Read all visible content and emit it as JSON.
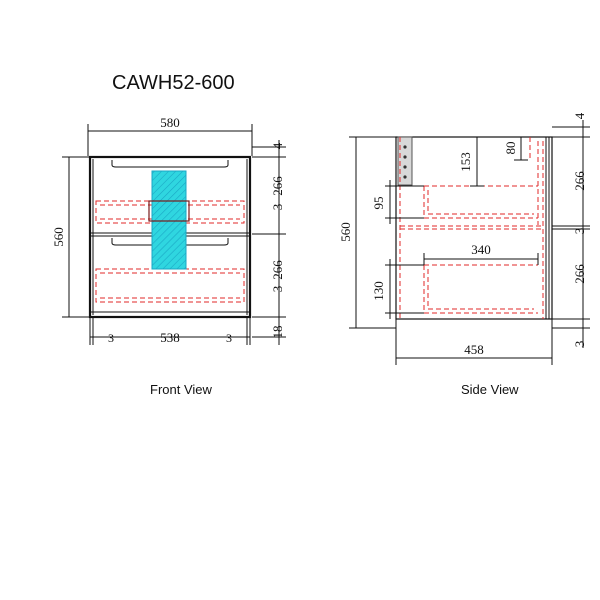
{
  "drawing": {
    "model": "CAWH52-600",
    "front_view": {
      "caption": "Front View",
      "dims": {
        "overall_width": "580",
        "overall_height": "560",
        "top_gap": "4",
        "panel_gap_top": "3",
        "drawer_top": "266",
        "panel_gap_mid": "3",
        "drawer_bottom": "266",
        "kick": "18",
        "side_left": "3",
        "inner_width": "538",
        "side_right": "3"
      }
    },
    "side_view": {
      "caption": "Side View",
      "dims": {
        "overall_height": "560",
        "overall_depth": "458",
        "top_gap": "4",
        "drawer_top": "266",
        "gap_mid": "3",
        "drawer_bottom": "266",
        "gap_bottom": "3",
        "upper_drawer_depth": "153",
        "rail": "80",
        "upper_drawer_height": "95",
        "lower_drawer_height": "130",
        "lower_drawer_depth": "340"
      }
    },
    "colors": {
      "outline": "#111111",
      "hidden_line": "#e02a2a",
      "handle_fill": "#2fd6e0",
      "handle_hatch": "#1aa7c4"
    }
  }
}
